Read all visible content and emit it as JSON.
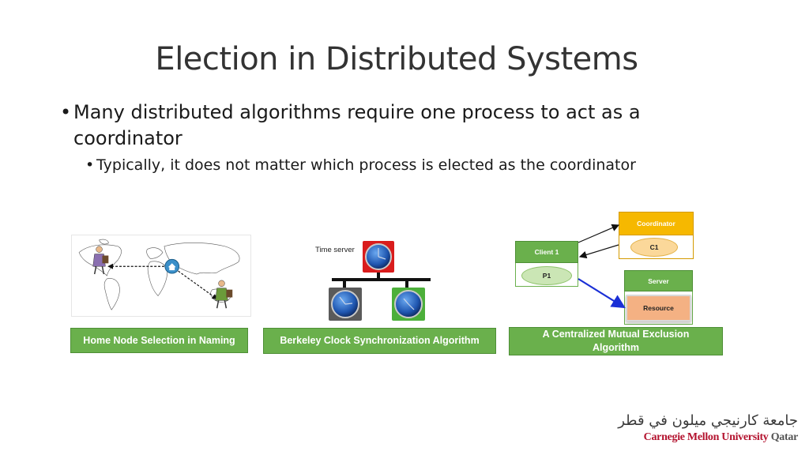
{
  "slide": {
    "title": "Election in Distributed Systems",
    "bullets": [
      {
        "level": 1,
        "text": "Many distributed algorithms require one process to act as a coordinator"
      },
      {
        "level": 2,
        "text": "Typically, it does not matter which process is elected as the coordinator"
      }
    ]
  },
  "examples": {
    "home_node": {
      "caption": "Home Node Selection in Naming"
    },
    "berkeley": {
      "caption": "Berkeley Clock Synchronization Algorithm",
      "time_server_label": "Time server"
    },
    "mutual_exclusion": {
      "caption": "A Centralized Mutual Exclusion Algorithm",
      "coordinator_label": "Coordinator",
      "coordinator_item": "C1",
      "client_label": "Client 1",
      "client_item": "P1",
      "server_label": "Server",
      "server_item": "Resource"
    }
  },
  "logo": {
    "arabic": "جامعة كارنيجي ميلون في قطر",
    "name": "Carnegie Mellon University",
    "suffix": "Qatar"
  },
  "colors": {
    "caption_green": "#6ab04c",
    "coordinator_orange": "#f4b400",
    "arrow_blue": "#1a2fd6",
    "logo_red": "#b3122e"
  }
}
